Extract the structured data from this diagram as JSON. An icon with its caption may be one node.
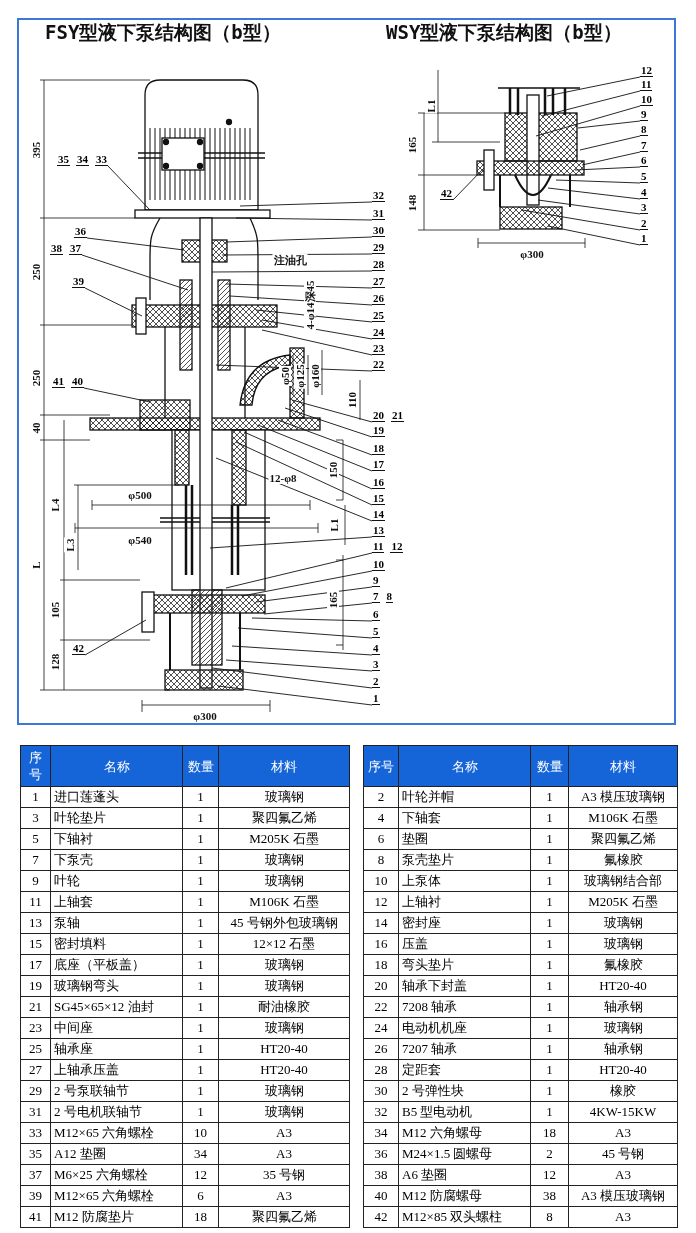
{
  "diagram": {
    "nodes": [
      {
        "text": [
          "32"
        ]
      },
      {
        "text": [
          "31"
        ]
      },
      {
        "text": [
          "30"
        ]
      },
      {
        "text": [
          "29"
        ]
      },
      {
        "text": [
          "28"
        ]
      },
      {
        "text": [
          "27"
        ]
      },
      {
        "text": [
          "26"
        ]
      },
      {
        "text": [
          "25"
        ]
      },
      {
        "text": [
          "24"
        ]
      },
      {
        "text": [
          "23"
        ]
      },
      {
        "text": [
          "22"
        ]
      },
      {
        "text": [
          "20",
          "21"
        ]
      },
      {
        "text": [
          "19"
        ]
      },
      {
        "text": [
          "18"
        ]
      },
      {
        "text": [
          "17"
        ]
      },
      {
        "text": [
          "16"
        ]
      },
      {
        "text": [
          "15"
        ]
      },
      {
        "text": [
          "14"
        ]
      },
      {
        "text": [
          "13"
        ]
      },
      {
        "text": [
          "11",
          "12"
        ]
      },
      {
        "text": [
          "10"
        ]
      },
      {
        "text": [
          "9"
        ]
      },
      {
        "text": [
          "7",
          "8"
        ]
      },
      {
        "text": [
          "6"
        ]
      },
      {
        "text": [
          "5"
        ]
      },
      {
        "text": [
          "4"
        ]
      },
      {
        "text": [
          "3"
        ]
      },
      {
        "text": [
          "2"
        ]
      },
      {
        "text": [
          "1"
        ]
      },
      {
        "text": [
          "35",
          "34",
          "33"
        ]
      },
      {
        "text": [
          "36"
        ]
      },
      {
        "text": [
          "38",
          "37"
        ]
      },
      {
        "text": [
          "39"
        ]
      },
      {
        "text": [
          "41",
          "40"
        ]
      },
      {
        "text": [
          "42"
        ]
      },
      {
        "text": [
          "12"
        ]
      },
      {
        "text": [
          "11"
        ]
      },
      {
        "text": [
          "10"
        ]
      },
      {
        "text": [
          "9"
        ]
      },
      {
        "text": [
          "8"
        ]
      },
      {
        "text": [
          "7"
        ]
      },
      {
        "text": [
          "6"
        ]
      },
      {
        "text": [
          "5"
        ]
      },
      {
        "text": [
          "4"
        ]
      },
      {
        "text": [
          "3"
        ]
      },
      {
        "text": [
          "2"
        ]
      },
      {
        "text": [
          "1"
        ]
      },
      {
        "text": [
          "42"
        ]
      },
      {
        "text": [],
        "shape": "picture"
      },
      {
        "text": [],
        "shape": "picture"
      }
    ],
    "edges": [
      {
        "from": 0,
        "to": 48,
        "arrow": "none"
      },
      {
        "from": 1,
        "to": 48,
        "arrow": "none"
      },
      {
        "from": 2,
        "to": 48,
        "arrow": "none"
      },
      {
        "from": 3,
        "to": 48,
        "arrow": "none"
      },
      {
        "from": 4,
        "to": 48,
        "arrow": "none"
      },
      {
        "from": 5,
        "to": 48,
        "arrow": "none"
      },
      {
        "from": 6,
        "to": 48,
        "arrow": "none"
      },
      {
        "from": 7,
        "to": 48,
        "arrow": "none"
      },
      {
        "from": 8,
        "to": 48,
        "arrow": "none"
      },
      {
        "from": 9,
        "to": 48,
        "arrow": "none"
      },
      {
        "from": 10,
        "to": 48,
        "arrow": "none"
      },
      {
        "from": 11,
        "to": 48,
        "arrow": "none"
      },
      {
        "from": 12,
        "to": 48,
        "arrow": "none"
      },
      {
        "from": 13,
        "to": 48,
        "arrow": "none"
      },
      {
        "from": 14,
        "to": 48,
        "arrow": "none"
      },
      {
        "from": 15,
        "to": 48,
        "arrow": "none"
      },
      {
        "from": 16,
        "to": 48,
        "arrow": "none"
      },
      {
        "from": 17,
        "to": 48,
        "arrow": "none"
      },
      {
        "from": 18,
        "to": 48,
        "arrow": "none"
      },
      {
        "from": 19,
        "to": 48,
        "arrow": "none"
      },
      {
        "from": 20,
        "to": 48,
        "arrow": "none"
      },
      {
        "from": 21,
        "to": 48,
        "arrow": "none"
      },
      {
        "from": 22,
        "to": 48,
        "arrow": "none"
      },
      {
        "from": 23,
        "to": 48,
        "arrow": "none"
      },
      {
        "from": 24,
        "to": 48,
        "arrow": "none"
      },
      {
        "from": 25,
        "to": 48,
        "arrow": "none"
      },
      {
        "from": 26,
        "to": 48,
        "arrow": "none"
      },
      {
        "from": 27,
        "to": 48,
        "arrow": "none"
      },
      {
        "from": 28,
        "to": 48,
        "arrow": "none"
      },
      {
        "from": 29,
        "to": 48,
        "arrow": "none"
      },
      {
        "from": 30,
        "to": 48,
        "arrow": "none"
      },
      {
        "from": 31,
        "to": 48,
        "arrow": "none"
      },
      {
        "from": 32,
        "to": 48,
        "arrow": "none"
      },
      {
        "from": 33,
        "to": 48,
        "arrow": "none"
      },
      {
        "from": 34,
        "to": 48,
        "arrow": "none"
      },
      {
        "from": 35,
        "to": 49,
        "arrow": "none"
      },
      {
        "from": 36,
        "to": 49,
        "arrow": "none"
      },
      {
        "from": 37,
        "to": 49,
        "arrow": "none"
      },
      {
        "from": 38,
        "to": 49,
        "arrow": "none"
      },
      {
        "from": 39,
        "to": 49,
        "arrow": "none"
      },
      {
        "from": 40,
        "to": 49,
        "arrow": "none"
      },
      {
        "from": 41,
        "to": 49,
        "arrow": "none"
      },
      {
        "from": 42,
        "to": 49,
        "arrow": "none"
      },
      {
        "from": 43,
        "to": 49,
        "arrow": "none"
      },
      {
        "from": 44,
        "to": 49,
        "arrow": "none"
      },
      {
        "from": 45,
        "to": 49,
        "arrow": "none"
      },
      {
        "from": 46,
        "to": 49,
        "arrow": "none"
      },
      {
        "from": 47,
        "to": 49,
        "arrow": "none"
      }
    ],
    "labels": [
      "FSY型液下泵结构图（b型）",
      "WSY型液下泵结构图（b型）",
      "395",
      "250",
      "250",
      "40",
      "L",
      "L4",
      "L3",
      "105",
      "128",
      "φ500",
      "φ540",
      "12-φ8",
      "150",
      "L1",
      "165",
      "φ50",
      "φ125",
      "φ160",
      "110",
      "φ300",
      "注油孔",
      "4-φ14深45",
      "L1",
      "165",
      "148",
      "φ300",
      "序号",
      "名称",
      "数量",
      "材料",
      "序号",
      "名称",
      "数量",
      "材料",
      "1",
      "进口莲蓬头",
      "1",
      "玻璃钢",
      "2",
      "叶轮并帽",
      "1",
      "A3 模压玻璃钢",
      "3",
      "叶轮垫片",
      "1",
      "聚四氟乙烯",
      "4",
      "下轴套",
      "1",
      "M106K 石墨",
      "5",
      "下轴衬",
      "1",
      "M205K 石墨",
      "6",
      "垫圈",
      "1",
      "聚四氟乙烯",
      "7",
      "下泵壳",
      "1",
      "玻璃钢",
      "8",
      "泵壳垫片",
      "1",
      "氟橡胶",
      "9",
      "叶轮",
      "1",
      "玻璃钢",
      "10",
      "上泵体",
      "1",
      "玻璃钢结合部",
      "11",
      "上轴套",
      "1",
      "M106K 石墨",
      "12",
      "上轴衬",
      "1",
      "M205K 石墨",
      "13",
      "泵轴",
      "1",
      "45 号钢外包玻璃钢",
      "14",
      "密封座",
      "1",
      "玻璃钢",
      "15",
      "密封填料",
      "1",
      "12×12 石墨",
      "16",
      "压盖",
      "1",
      "玻璃钢",
      "17",
      "底座（平板盖）",
      "1",
      "玻璃钢",
      "18",
      "弯头垫片",
      "1",
      "氟橡胶",
      "19",
      "玻璃钢弯头",
      "1",
      "玻璃钢",
      "20",
      "轴承下封盖",
      "1",
      "HT20-40",
      "21",
      "SG45×65×12 油封",
      "1",
      "耐油橡胶",
      "22",
      "7208 轴承",
      "1",
      "轴承钢",
      "23",
      "中间座",
      "1",
      "玻璃钢",
      "24",
      "电动机机座",
      "1",
      "玻璃钢",
      "25",
      "轴承座",
      "1",
      "HT20-40",
      "26",
      "7207 轴承",
      "1",
      "轴承钢",
      "27",
      "上轴承压盖",
      "1",
      "HT20-40",
      "28",
      "定距套",
      "1",
      "HT20-40",
      "29",
      "2 号泵联轴节",
      "1",
      "玻璃钢",
      "30",
      "2 号弹性块",
      "1",
      "橡胶",
      "31",
      "2 号电机联轴节",
      "1",
      "玻璃钢",
      "32",
      "B5 型电动机",
      "1",
      "4KW-15KW",
      "33",
      "M12×65 六角螺栓",
      "10",
      "A3",
      "34",
      "M12 六角螺母",
      "18",
      "A3",
      "35",
      "A12 垫圈",
      "34",
      "A3",
      "36",
      "M24×1.5 圆螺母",
      "2",
      "45 号钢",
      "37",
      "M6×25 六角螺栓",
      "12",
      "35 号钢",
      "38",
      "A6 垫圈",
      "12",
      "A3",
      "39",
      "M12×65 六角螺栓",
      "6",
      "A3",
      "40",
      "M12 防腐螺母",
      "38",
      "A3 模压玻璃钢",
      "41",
      "M12 防腐垫片",
      "18",
      "聚四氟乙烯",
      "42",
      "M12×85 双头螺柱",
      "8",
      "A3"
    ]
  }
}
